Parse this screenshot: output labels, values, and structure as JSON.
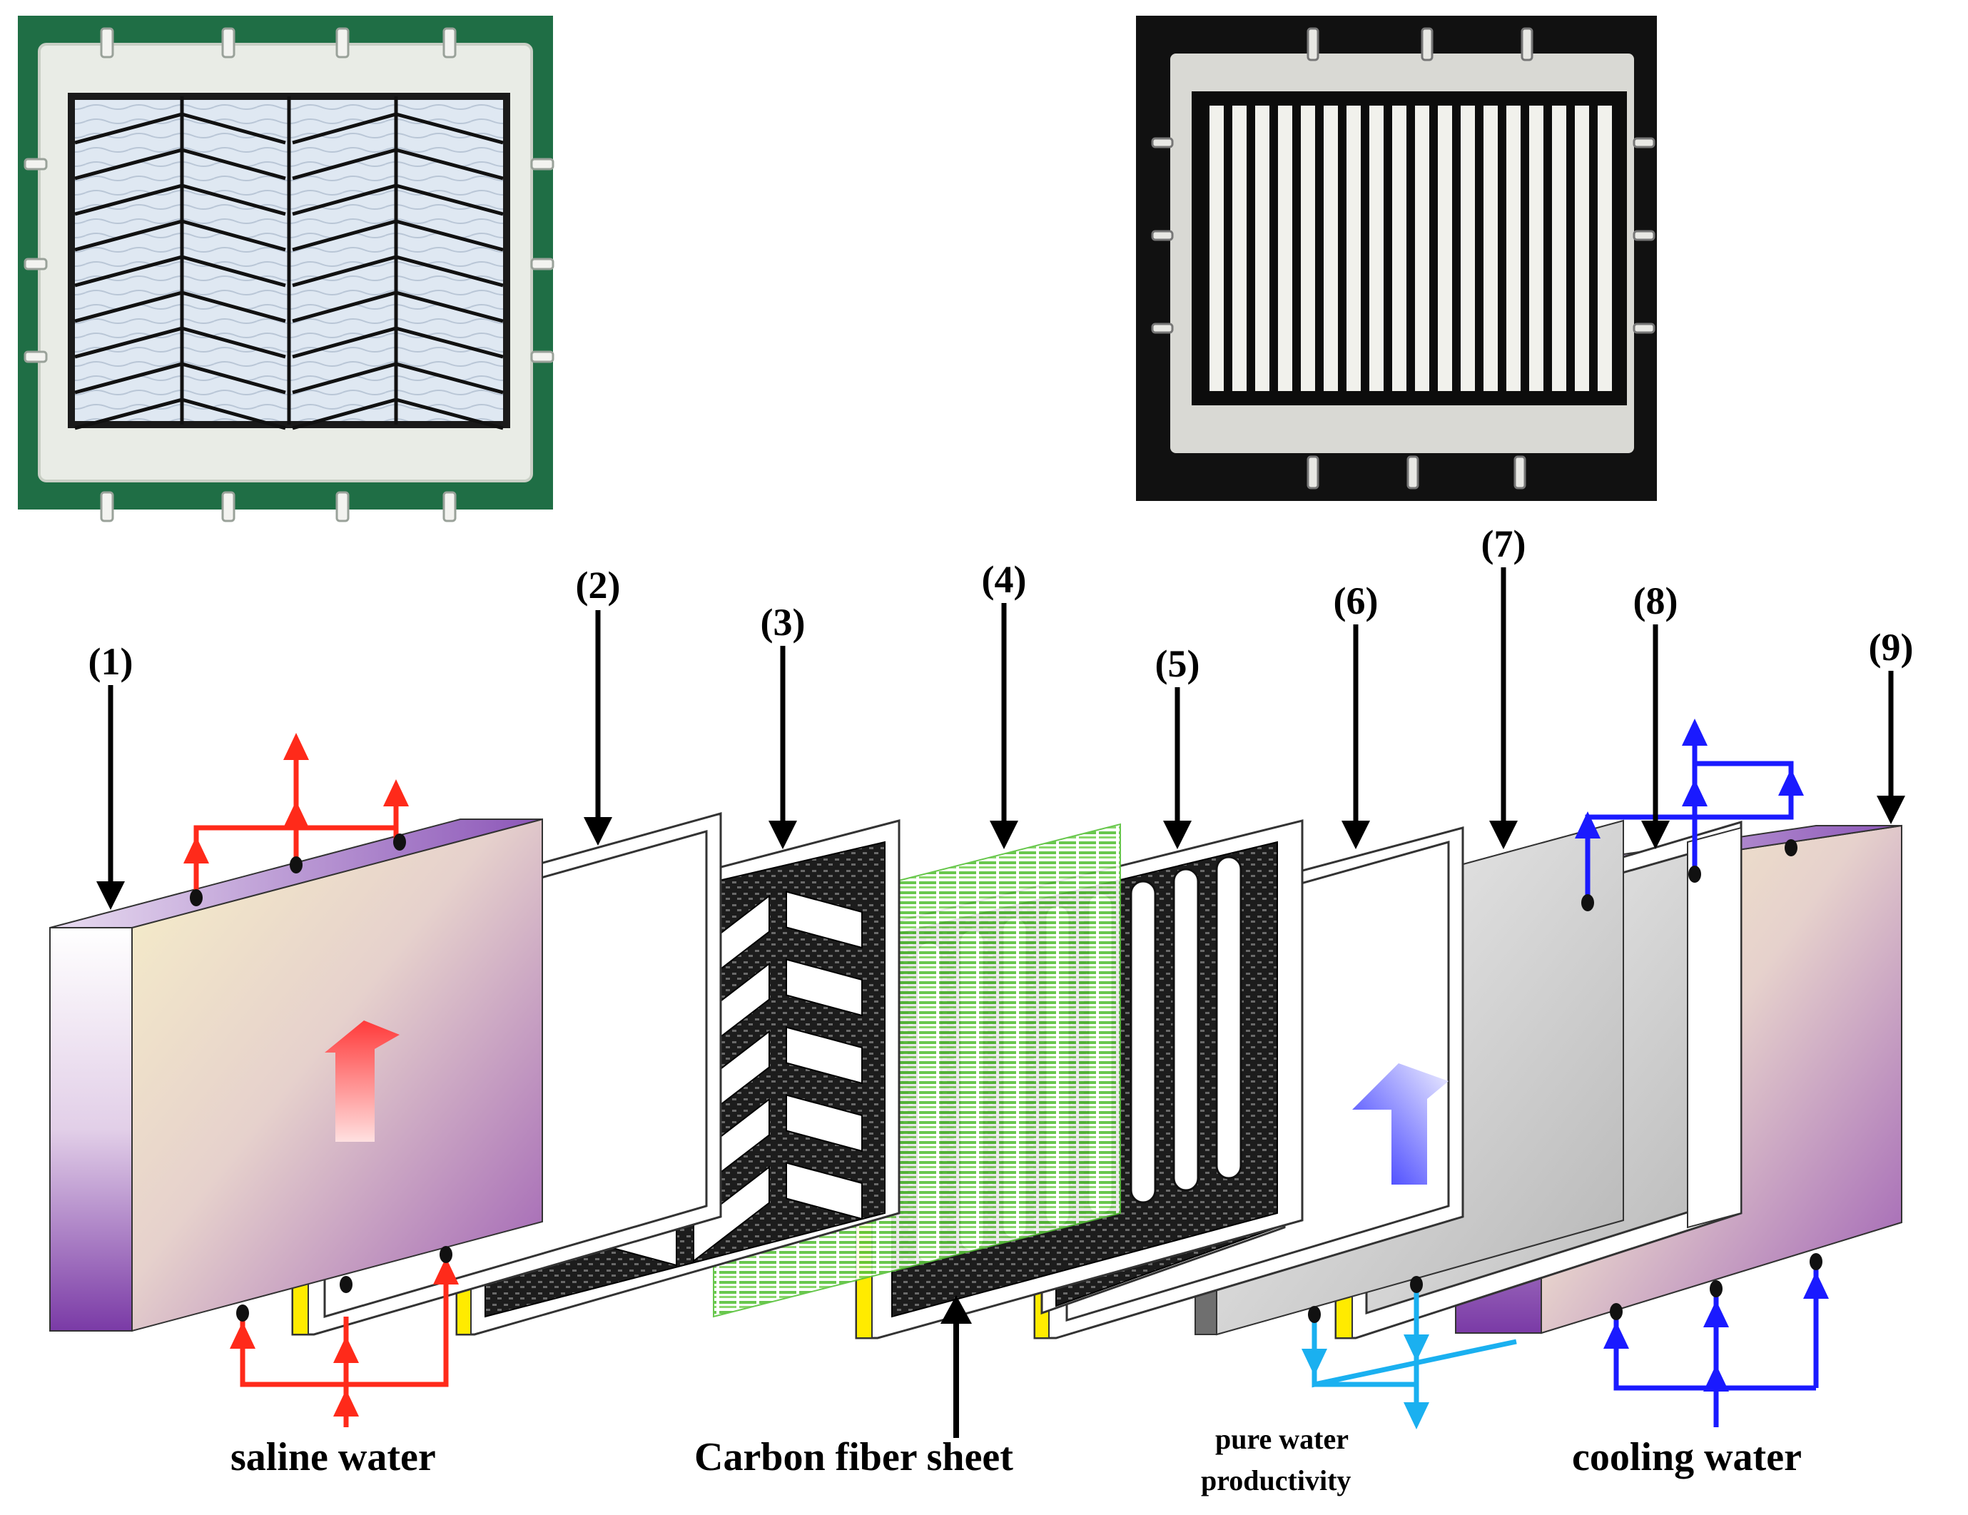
{
  "photos": {
    "left": {
      "description_icon": "herringbone-spacer-photo"
    },
    "right": {
      "description_icon": "parallel-channel-spacer-photo"
    }
  },
  "components": [
    {
      "id": "1",
      "label": "(1)"
    },
    {
      "id": "2",
      "label": "(2)"
    },
    {
      "id": "3",
      "label": "(3)"
    },
    {
      "id": "4",
      "label": "(4)"
    },
    {
      "id": "5",
      "label": "(5)"
    },
    {
      "id": "6",
      "label": "(6)"
    },
    {
      "id": "7",
      "label": "(7)"
    },
    {
      "id": "8",
      "label": "(8)"
    },
    {
      "id": "9",
      "label": "(9)"
    }
  ],
  "captions": {
    "saline_water": "saline water",
    "carbon_fiber_sheet": "Carbon fiber sheet",
    "pure_water_line1": "pure water",
    "pure_water_line2": "productivity",
    "cooling_water": "cooling water"
  },
  "colors": {
    "hot_flow": "#ff2a1a",
    "cold_flow": "#1a1aff",
    "product_flow": "#1ab0f0",
    "membrane": "#58c23a",
    "plate_purple": "#7e3aa8",
    "photo_green_bg": "#1f6e45",
    "photo_dark_bg": "#111111"
  }
}
